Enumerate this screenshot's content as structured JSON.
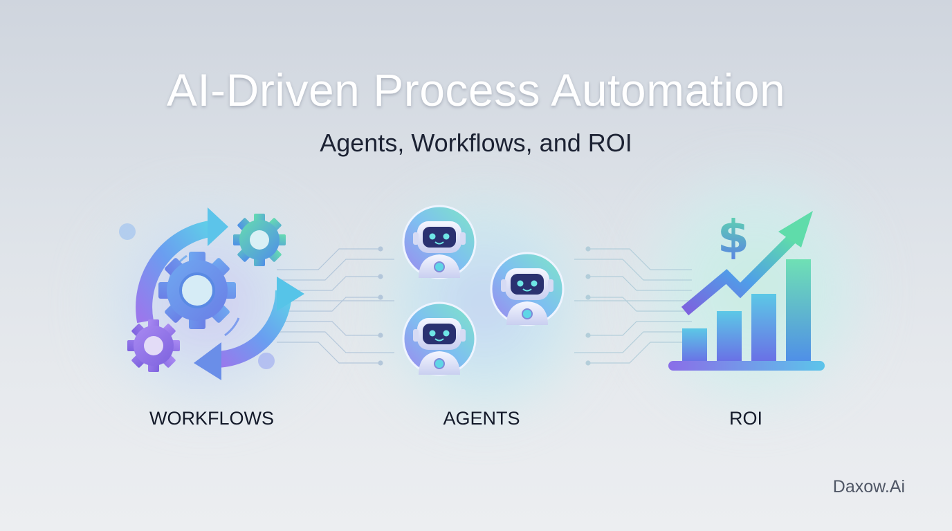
{
  "header": {
    "title": "AI-Driven Process Automation",
    "subtitle": "Agents, Workflows, and ROI"
  },
  "sections": [
    {
      "label": "WORKFLOWS",
      "icon": "gears-cycle-icon"
    },
    {
      "label": "AGENTS",
      "icon": "robot-agents-icon"
    },
    {
      "label": "ROI",
      "icon": "growth-chart-dollar-icon"
    }
  ],
  "brand": "Daxow.Ai",
  "colors": {
    "purple": "#8a6ee8",
    "blue": "#4f8ee8",
    "cyan": "#5ccbe6",
    "green": "#5fdca8",
    "text_dark": "#141a2a"
  }
}
